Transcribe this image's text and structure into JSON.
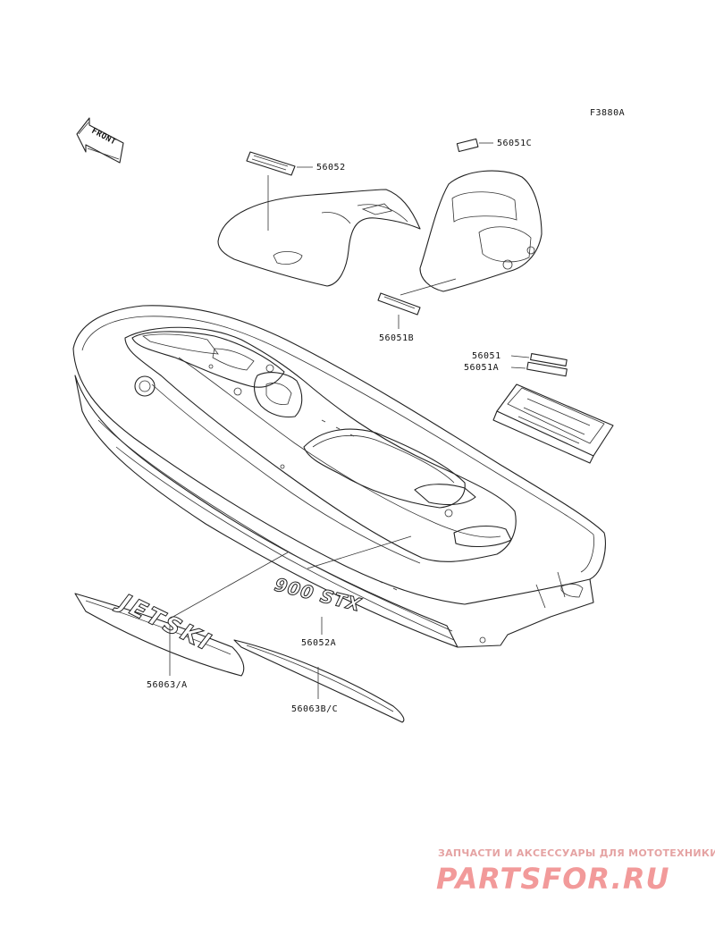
{
  "figure_code": "F3880A",
  "front_label": "FRONT",
  "callouts": {
    "p56052": "56052",
    "p56051C": "56051C",
    "p56051B": "56051B",
    "p56051": "56051",
    "p56051A": "56051A",
    "p56052A": "56052A",
    "p56063A": "56063/A",
    "p56063BC": "56063B/C"
  },
  "decal_text": {
    "model": "900 STX",
    "jetski": "JETSKI"
  },
  "watermark": {
    "tagline": "ЗАПЧАСТИ И АКСЕССУАРЫ ДЛЯ МОТОТЕХНИКИ",
    "brand": "PARTSFOR.RU"
  }
}
